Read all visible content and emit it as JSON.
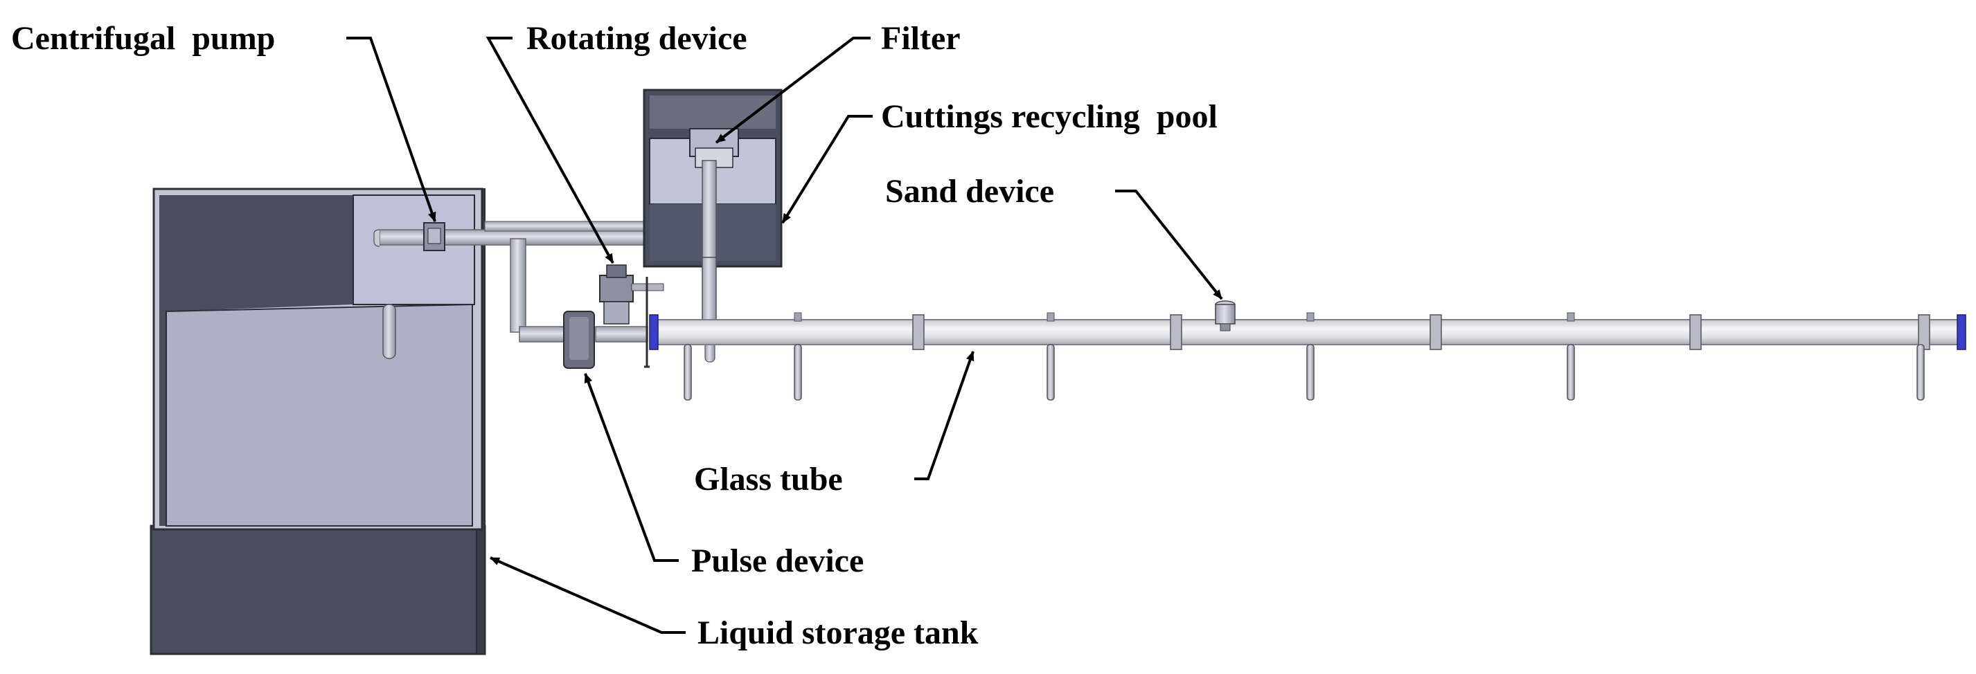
{
  "labels": {
    "centrifugal_pump": "Centrifugal  pump",
    "rotating_device": "Rotating device",
    "filter": "Filter",
    "cuttings_pool": "Cuttings recycling  pool",
    "sand_device": "Sand device",
    "glass_tube": "Glass tube",
    "pulse_device": "Pulse device",
    "liquid_tank": "Liquid storage tank"
  },
  "colors": {
    "tank_dark": "#4a4e5c",
    "tank_side": "#3d404c",
    "liquid": "#aeb1c6",
    "liquid_light": "#bfc2d6",
    "pipe": "#c9cbd6",
    "tube": "#e4e5ea",
    "flange_blue": "#3a3ec8",
    "outline": "#2c2e36"
  }
}
